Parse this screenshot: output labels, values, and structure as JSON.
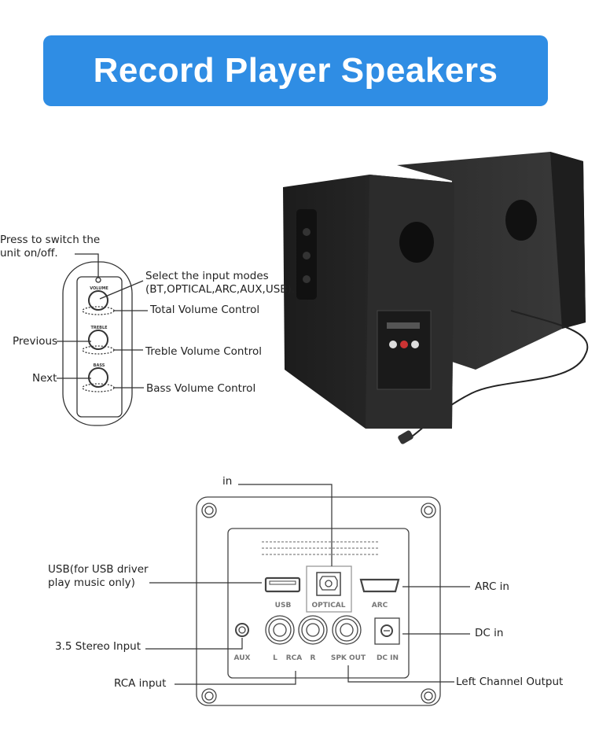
{
  "title": "Record Player Speakers",
  "control_panel": {
    "power_note": [
      "Press to switch the",
      "unit on/off."
    ],
    "input_mode_note": [
      "Select the input modes",
      "(BT,OPTICAL,ARC,AUX,USB)."
    ],
    "total_volume": "Total Volume Control",
    "treble_volume": "Treble Volume Control",
    "bass_volume": "Bass Volume Control",
    "previous": "Previous",
    "next": "Next",
    "panel_labels": [
      "VOLUME",
      "TREBLE",
      "BASS"
    ]
  },
  "back_panel": {
    "callouts": {
      "optical": "in",
      "usb": [
        "USB(for USB driver",
        "play music only)"
      ],
      "aux": "3.5 Stereo Input",
      "rca": "RCA input",
      "arc": "ARC in",
      "dc": "DC in",
      "spk_out": "Left Channel Output"
    },
    "port_labels": {
      "usb": "USB",
      "optical": "OPTICAL",
      "arc": "ARC",
      "aux": "AUX",
      "l": "L",
      "rca": "RCA",
      "r": "R",
      "spk_out": "SPK OUT",
      "dc_in": "DC IN"
    }
  },
  "colors": {
    "banner": "#2f8de4",
    "speaker": "#2a2a2a"
  }
}
